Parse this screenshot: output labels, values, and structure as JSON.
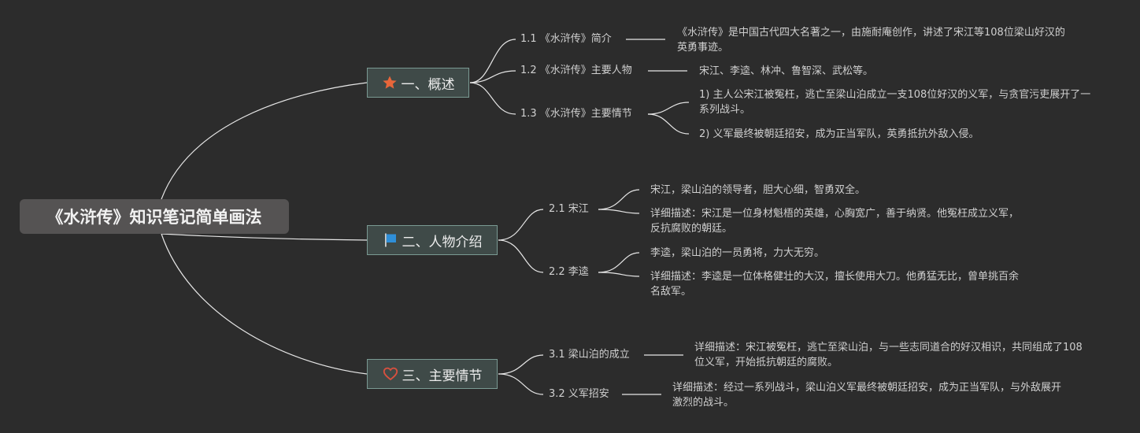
{
  "root": {
    "title": "《水浒传》知识笔记简单画法"
  },
  "sections": [
    {
      "label": "一、概述",
      "icon": "star-icon",
      "icon_color": "#e8663a",
      "children": [
        {
          "label": "1.1 《水浒传》简介",
          "leaves": [
            "《水浒传》是中国古代四大名著之一，由施耐庵创作，讲述了宋江等108位梁山好汉的英勇事迹。"
          ]
        },
        {
          "label": "1.2 《水浒传》主要人物",
          "leaves": [
            "宋江、李逵、林冲、鲁智深、武松等。"
          ]
        },
        {
          "label": "1.3 《水浒传》主要情节",
          "leaves": [
            "1) 主人公宋江被冤枉，逃亡至梁山泊成立一支108位好汉的义军，与贪官污吏展开了一系列战斗。",
            "2) 义军最终被朝廷招安，成为正当军队，英勇抵抗外敌入侵。"
          ]
        }
      ]
    },
    {
      "label": "二、人物介绍",
      "icon": "flag-icon",
      "icon_color": "#2f8fd8",
      "children": [
        {
          "label": "2.1 宋江",
          "leaves": [
            "宋江，梁山泊的领导者，胆大心细，智勇双全。",
            "详细描述：宋江是一位身材魁梧的英雄，心胸宽广，善于纳贤。他冤枉成立义军，反抗腐败的朝廷。"
          ]
        },
        {
          "label": "2.2 李逵",
          "leaves": [
            "李逵，梁山泊的一员勇将，力大无穷。",
            "详细描述：李逵是一位体格健壮的大汉，擅长使用大刀。他勇猛无比，曾单挑百余名敌军。"
          ]
        }
      ]
    },
    {
      "label": "三、主要情节",
      "icon": "heart-icon",
      "icon_color": "#d9503f",
      "children": [
        {
          "label": "3.1 梁山泊的成立",
          "leaves": [
            "详细描述：宋江被冤枉，逃亡至梁山泊，与一些志同道合的好汉相识，共同组成了108位义军，开始抵抗朝廷的腐败。"
          ]
        },
        {
          "label": "3.2 义军招安",
          "leaves": [
            "详细描述：经过一系列战斗，梁山泊义军最终被朝廷招安，成为正当军队，与外敌展开激烈的战斗。"
          ]
        }
      ]
    }
  ]
}
